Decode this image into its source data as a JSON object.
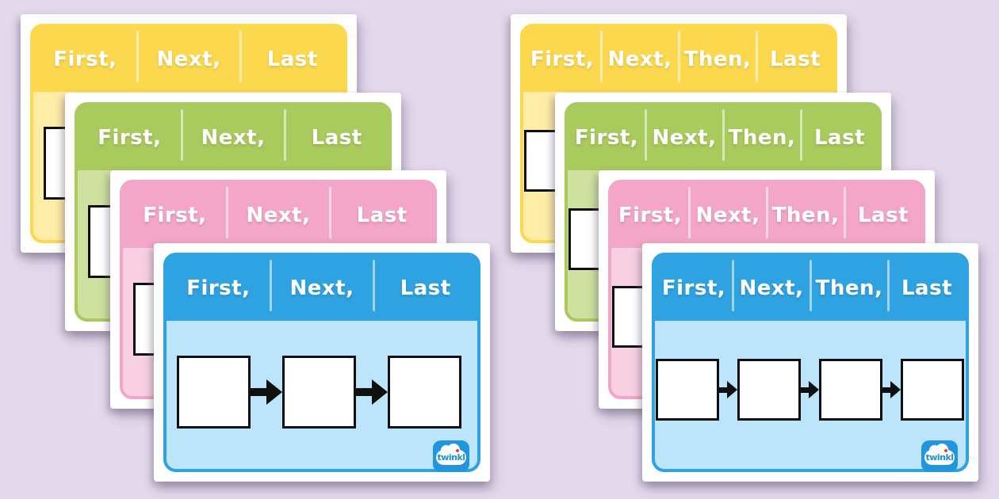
{
  "page": {
    "background_color": "#e3d8ec"
  },
  "brand": {
    "logo_text": "twinkl",
    "logo_blue": "#2196dd",
    "logo_text_color": "#1b8fd0",
    "logo_dot_color": "#e63946"
  },
  "stacks": [
    {
      "name": "first-next-last",
      "step_labels": [
        "First,",
        "Next,",
        "Last"
      ],
      "box_count": 3,
      "cards": [
        {
          "color_name": "yellow",
          "header_color": "#fbd84e",
          "body_color": "#fdeda6"
        },
        {
          "color_name": "green",
          "header_color": "#a9ca5d",
          "body_color": "#cfe19e"
        },
        {
          "color_name": "pink",
          "header_color": "#f3a6c7",
          "body_color": "#f8d0e2"
        },
        {
          "color_name": "blue",
          "header_color": "#2fa2e2",
          "body_color": "#bce4fa"
        }
      ]
    },
    {
      "name": "first-next-then-last",
      "step_labels": [
        "First,",
        "Next,",
        "Then,",
        "Last"
      ],
      "box_count": 4,
      "cards": [
        {
          "color_name": "yellow",
          "header_color": "#fbd84e",
          "body_color": "#fdeda6"
        },
        {
          "color_name": "green",
          "header_color": "#a9ca5d",
          "body_color": "#cfe19e"
        },
        {
          "color_name": "pink",
          "header_color": "#f3a6c7",
          "body_color": "#f8d0e2"
        },
        {
          "color_name": "blue",
          "header_color": "#2fa2e2",
          "body_color": "#bce4fa"
        }
      ]
    }
  ]
}
